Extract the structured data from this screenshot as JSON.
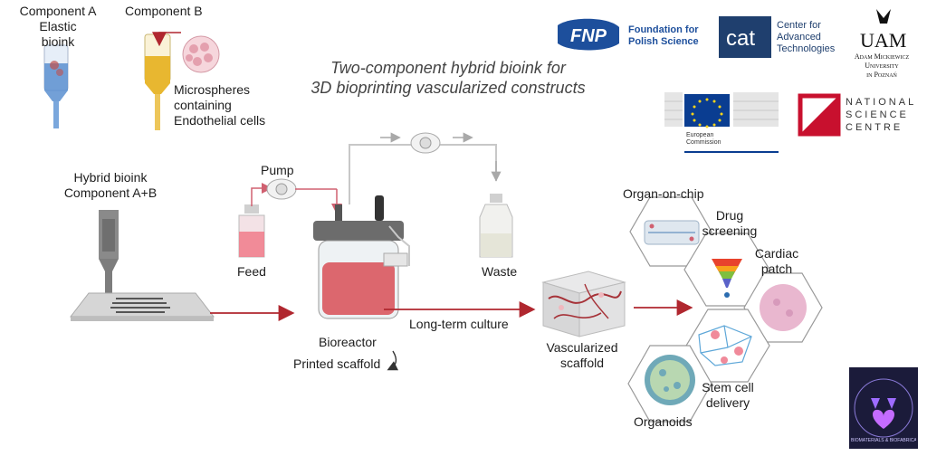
{
  "title": [
    "Two-component hybrid bioink for",
    "3D bioprinting vascularized constructs"
  ],
  "components": {
    "a": [
      "Component A",
      "Elastic",
      "bioink"
    ],
    "b": "Component B",
    "b_desc": [
      "Microspheres",
      "containing",
      "Endothelial cells"
    ]
  },
  "hybrid": [
    "Hybrid bioink",
    "Component A+B"
  ],
  "labels": {
    "pump": "Pump",
    "feed": "Feed",
    "waste": "Waste",
    "bioreactor": "Bioreactor",
    "printed": "Printed scaffold",
    "long_term": "Long-term culture",
    "vascularized": [
      "Vascularized",
      "scaffold"
    ]
  },
  "applications": {
    "organ_on_chip": "Organ-on-chip",
    "drug_screening": [
      "Drug",
      "screening"
    ],
    "cardiac_patch": [
      "Cardiac",
      "patch"
    ],
    "stem_cell": [
      "Stem cell",
      "delivery"
    ],
    "organoids": "Organoids"
  },
  "logos": {
    "fnp_mark": "FNP",
    "fnp_text": [
      "Foundation for",
      "Polish Science"
    ],
    "cat_mark": "cat",
    "cat_text": [
      "Center for",
      "Advanced",
      "Technologies"
    ],
    "uam_mark": "UAM",
    "uam_text": [
      "Adam Mickiewicz",
      "University",
      "in Poznań"
    ],
    "eu_text": [
      "European",
      "Commission"
    ],
    "ncn_text": [
      "National",
      "Science",
      "Centre"
    ],
    "lab_text": "BIOMATERIALS & BIOFABRICATION · JAGODA LAB"
  },
  "colors": {
    "arrow": "#b0272f",
    "tube": "#c8c8c8",
    "fnp": "#1d4f9c",
    "cat": "#1f3f6e",
    "ncn": "#c8102e",
    "eu": "#0a3d91",
    "lab_bg": "#1b1b3a"
  }
}
